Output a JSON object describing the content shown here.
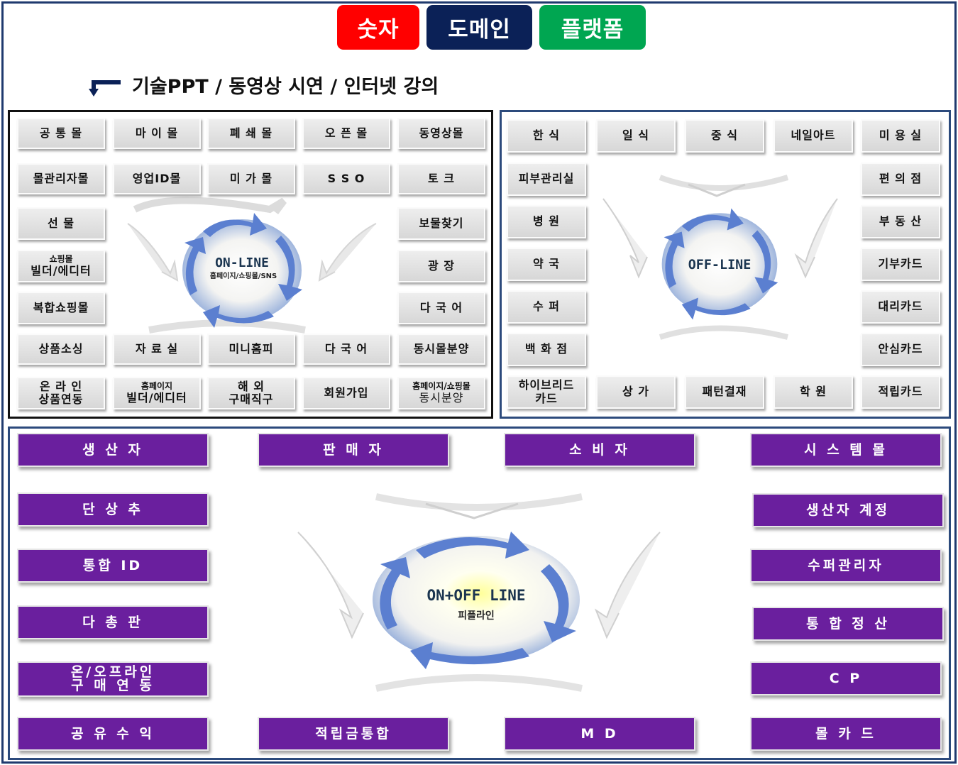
{
  "tabs": {
    "numbers": "숫자",
    "domain": "도메인",
    "platform": "플랫폼"
  },
  "subtitle": "기술PPT / 동영상 시연 / 인터넷 강의",
  "online": {
    "title": "ON-LINE",
    "sub": "홈페이지/쇼핑몰/SNS",
    "row1": [
      "공 통 몰",
      "마 이 몰",
      "폐 쇄 몰",
      "오 픈 몰",
      "동영상몰"
    ],
    "row2": [
      "몰관리자몰",
      "영업ID몰",
      "미 가 몰",
      "S S O",
      "토    크"
    ],
    "left": [
      "선    물",
      "복합쇼핑몰"
    ],
    "left_builder_small": "쇼핑몰",
    "left_builder_main": "빌더/에디터",
    "right": [
      "보물찾기",
      "광    장",
      "다 국 어"
    ],
    "row6": [
      "상품소싱",
      "자 료 실",
      "미니홈피",
      "다 국 어",
      "동시몰분양"
    ],
    "row7_a1": "온 라 인",
    "row7_a2": "상품연동",
    "row7_b1": "홈페이지",
    "row7_b2": "빌더/에디터",
    "row7_c1": "해  외",
    "row7_c2": "구매직구",
    "row7_d": "회원가입",
    "row7_e1": "홈페이지/쇼핑몰",
    "row7_e2": "동시분양"
  },
  "offline": {
    "title": "OFF-LINE",
    "top": [
      "한    식",
      "일    식",
      "중    식",
      "네일아트",
      "미 용 실"
    ],
    "left": [
      "피부관리실",
      "병    원",
      "약    국",
      "수    퍼",
      "백 화 점"
    ],
    "right": [
      "편 의 점",
      "부 동 산",
      "기부카드",
      "대리카드",
      "안심카드"
    ],
    "bottom_hybrid1": "하이브리드",
    "bottom_hybrid2": "카드",
    "bottom": [
      "상    가",
      "패턴결재",
      "학    원",
      "적립카드"
    ]
  },
  "onoff": {
    "title": "ON+OFF LINE",
    "sub": "피플라인",
    "top": [
      "생 산 자",
      "판 매 자",
      "소 비 자",
      "시 스 템 몰"
    ],
    "left": [
      "단 상 추",
      "통합 ID",
      "다 총 판"
    ],
    "left_combo1": "온/오프라인",
    "left_combo2": "구 매 연 동",
    "right": [
      "생산자 계정",
      "수퍼관리자",
      "통 합 정 산",
      "C P"
    ],
    "bottom": [
      "공 유 수 익",
      "적립금통합",
      "M D",
      "몰 카 드"
    ]
  },
  "colors": {
    "numbers_tab": "#ff0000",
    "domain_tab": "#0b2157",
    "platform_tab": "#00a651",
    "purple_box": "#6a1f9e",
    "panel_border": "#2c4a7c",
    "cloud_arrow": "#5b7fd0"
  },
  "icons": {
    "cloud": "cycle-arrows-cloud-icon",
    "turn": "turn-down-arrow-icon"
  }
}
